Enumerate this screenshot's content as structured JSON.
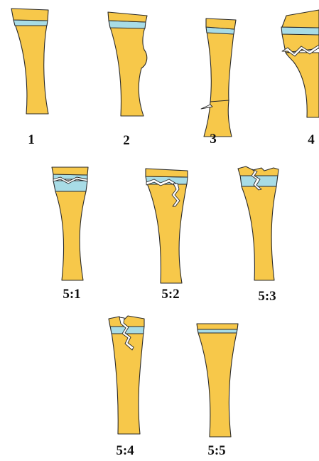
{
  "colors": {
    "bone": "#F7C84A",
    "cartilage": "#A8DCE6",
    "outline": "#2A2A2A",
    "crack": "#FFFFFF",
    "label": "#111111"
  },
  "figures": [
    {
      "label": "1",
      "type": "normal"
    },
    {
      "label": "2",
      "type": "physis-with-metaphyseal-spur"
    },
    {
      "label": "3",
      "type": "physis-with-shaft-fracture"
    },
    {
      "label": "4",
      "type": "physis-fractured-shaft"
    },
    {
      "label": "5:1",
      "type": "salter-harris-1"
    },
    {
      "label": "5:2",
      "type": "salter-harris-2"
    },
    {
      "label": "5:3",
      "type": "salter-harris-3"
    },
    {
      "label": "5:4",
      "type": "salter-harris-4"
    },
    {
      "label": "5:5",
      "type": "salter-harris-5"
    }
  ]
}
